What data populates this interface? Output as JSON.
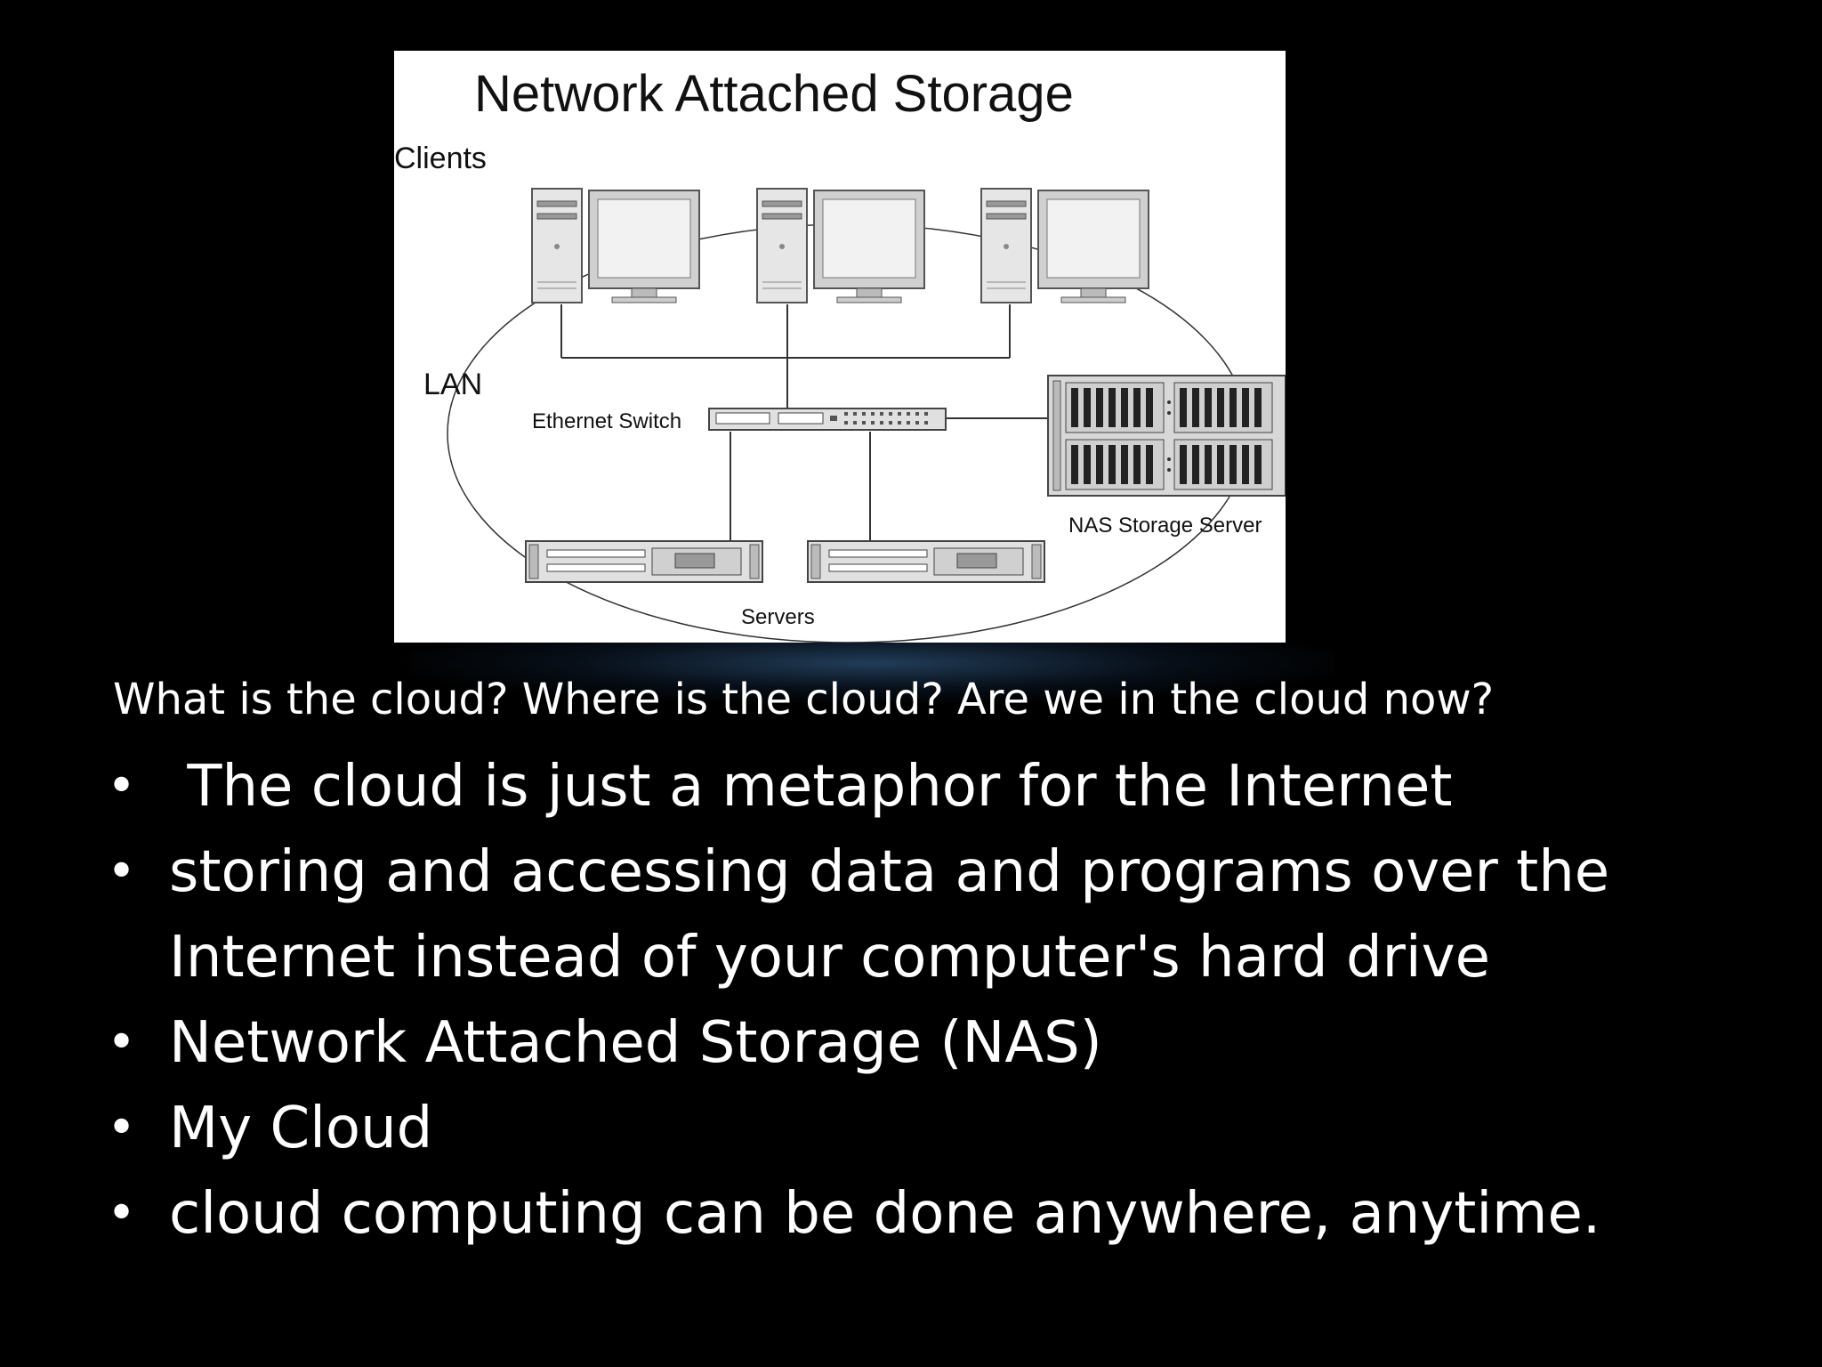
{
  "diagram": {
    "title": "Network Attached Storage",
    "clients_label": "Clients",
    "lan_label": "LAN",
    "switch_label": "Ethernet Switch",
    "nas_label": "NAS Storage Server",
    "servers_label": "Servers"
  },
  "question": "What is the cloud? Where is the cloud? Are we in the cloud now?",
  "bullets": [
    " The cloud is just a metaphor for the Internet",
    "storing and accessing data and programs over the Internet instead of your computer's hard drive",
    "Network Attached Storage (NAS)",
    "My Cloud",
    "cloud computing can be done anywhere, anytime."
  ],
  "bullet_symbol": "•",
  "colors": {
    "background": "#000000",
    "text": "#ffffff",
    "panel": "#ffffff"
  }
}
